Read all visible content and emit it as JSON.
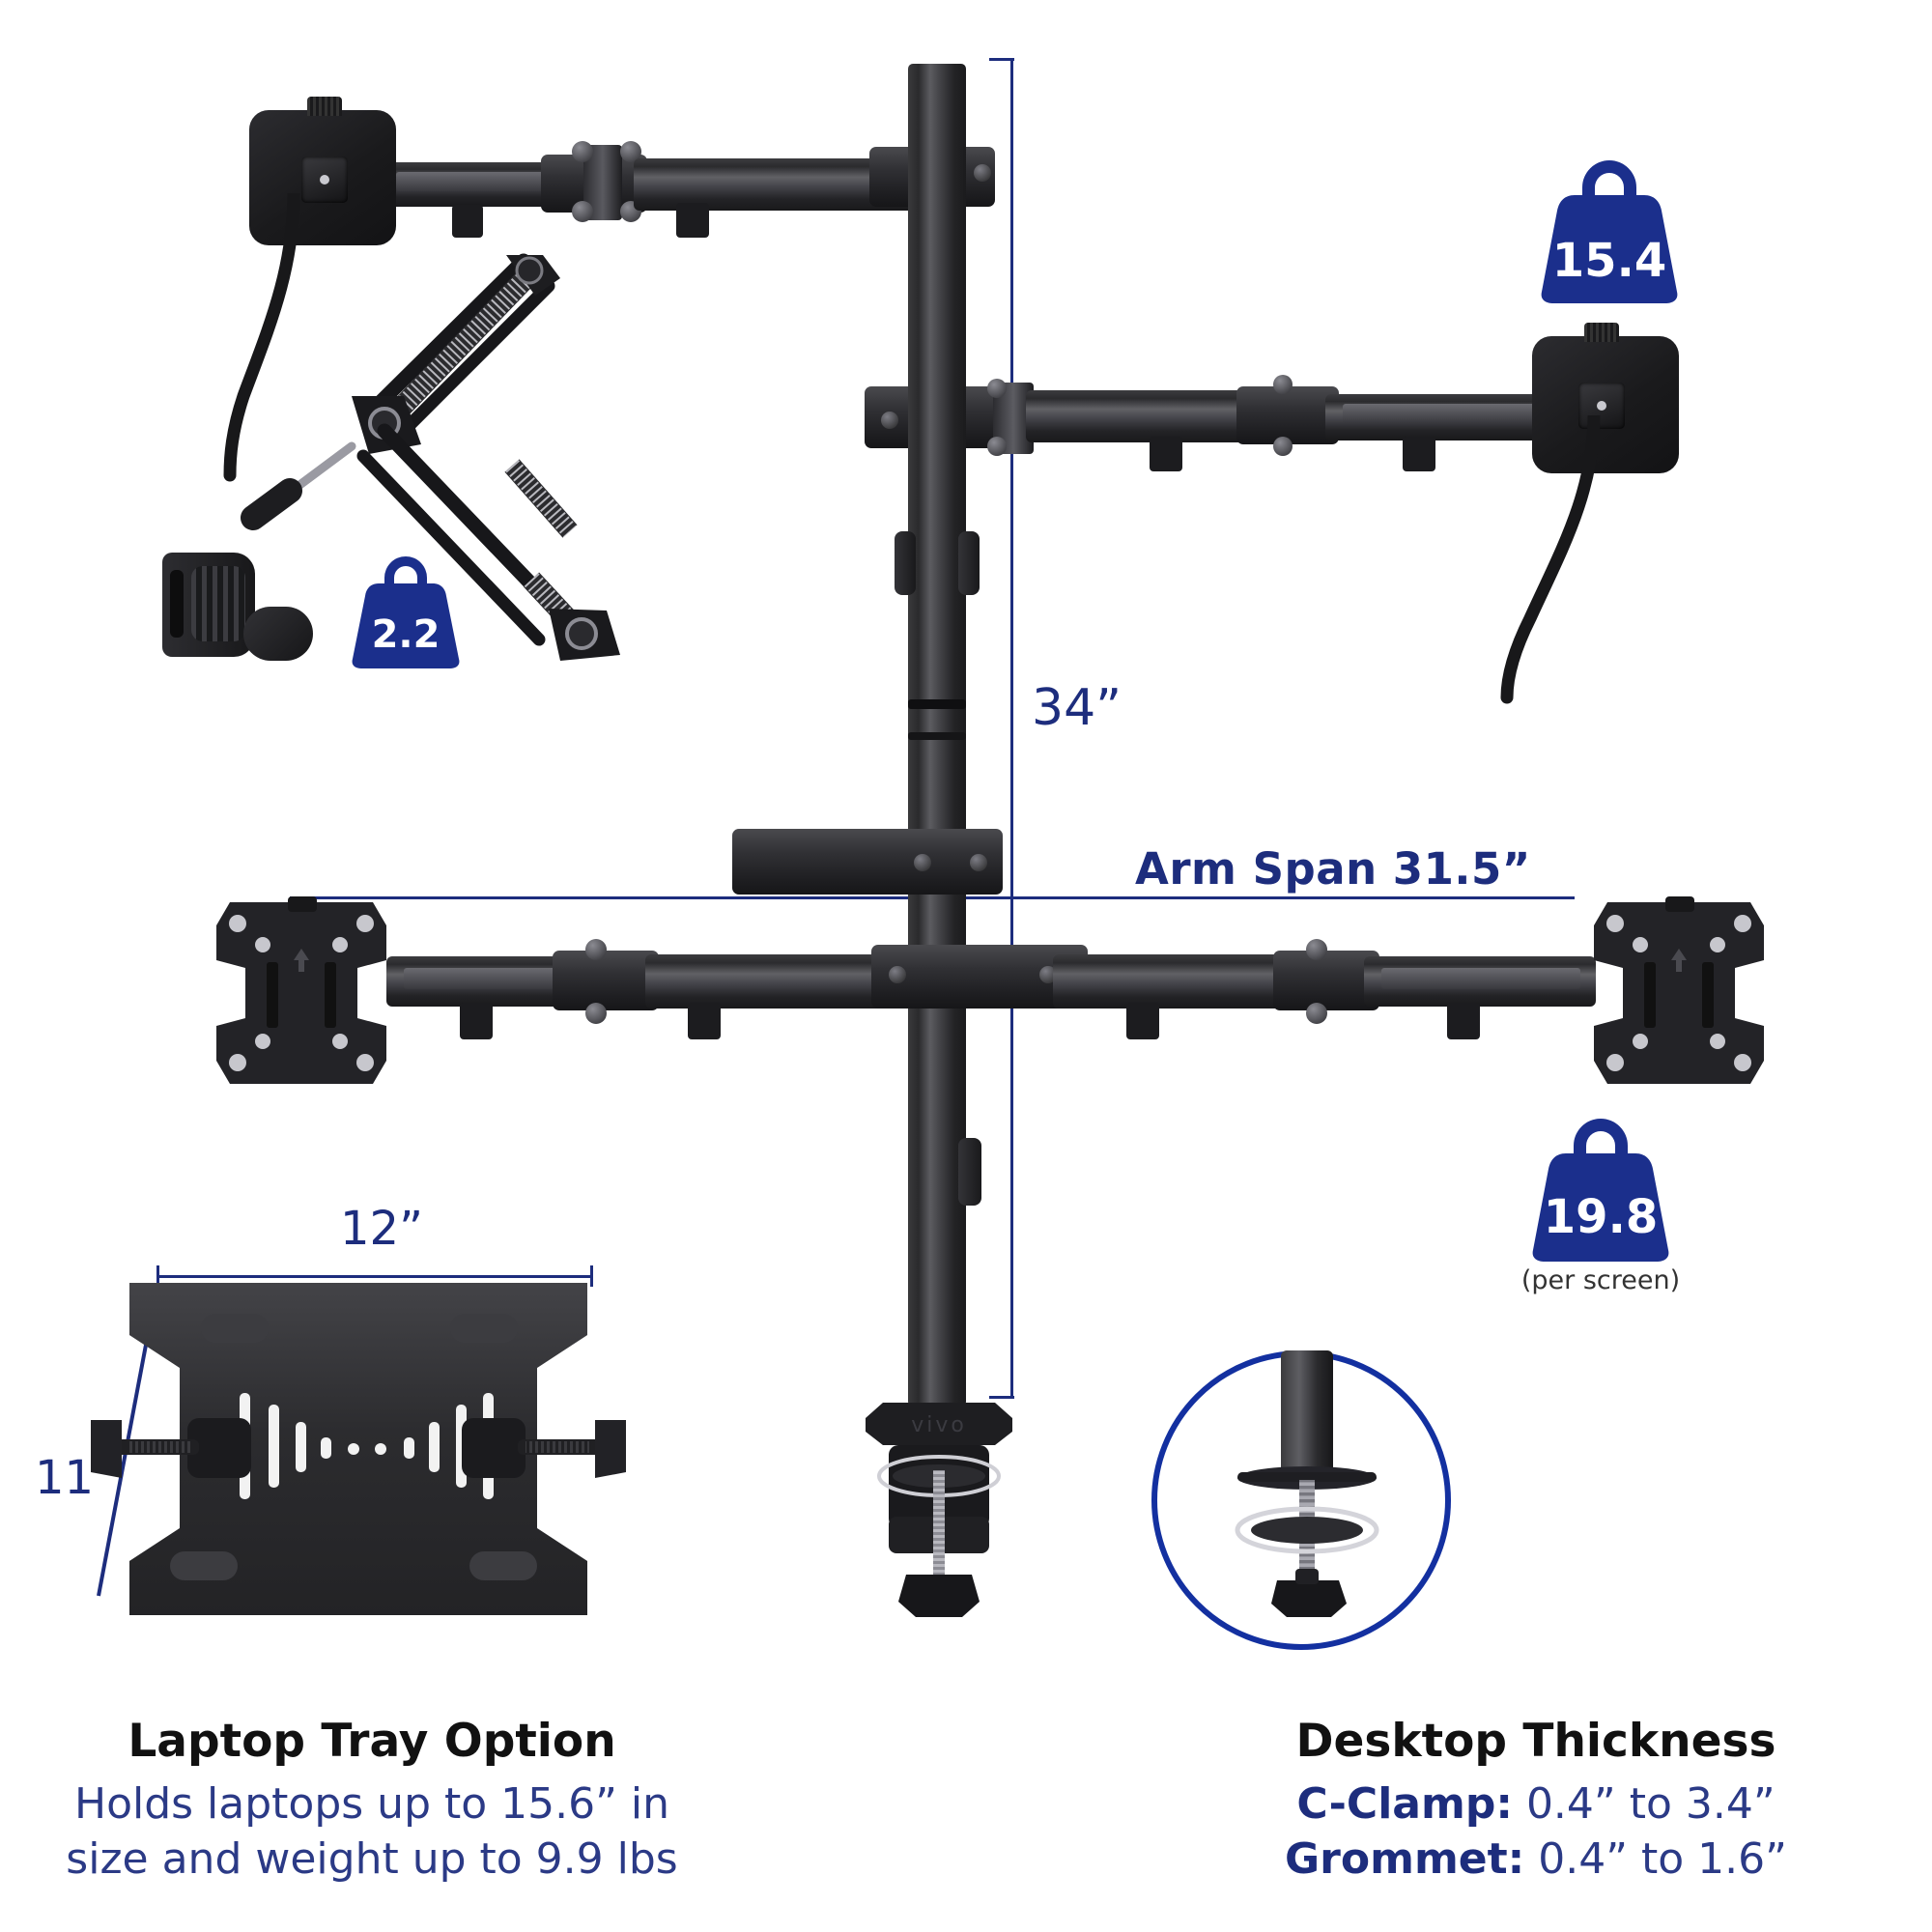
{
  "product": {
    "brand_mark": "vivo",
    "alt": "Quad monitor desk mount with microphone boom arm and laptop tray"
  },
  "dimensions": {
    "height": "34”",
    "arm_span": "Arm Span 31.5”",
    "tray_width": "12”",
    "tray_depth": "11”"
  },
  "weights": [
    {
      "id": "top-screen",
      "value": "15.4",
      "note": ""
    },
    {
      "id": "mic-arm",
      "value": "2.2",
      "note": ""
    },
    {
      "id": "lower-screens",
      "value": "19.8",
      "note": "(per screen)"
    }
  ],
  "captions": {
    "laptop_tray": {
      "title": "Laptop Tray Option",
      "line1": "Holds laptops up to 15.6” in",
      "line2": "size and weight up to 9.9 lbs"
    },
    "desktop_thickness": {
      "title": "Desktop Thickness",
      "row1_label": "C-Clamp:",
      "row1_value": "0.4” to 3.4”",
      "row2_label": "Grommet:",
      "row2_value": "0.4” to 1.6”"
    }
  },
  "colors": {
    "navy": "#1d2d7d",
    "badge_blue": "#1b2f8c",
    "callout_ring": "#1330a0",
    "hardware_black": "#1c1c1f",
    "background": "#ffffff"
  }
}
